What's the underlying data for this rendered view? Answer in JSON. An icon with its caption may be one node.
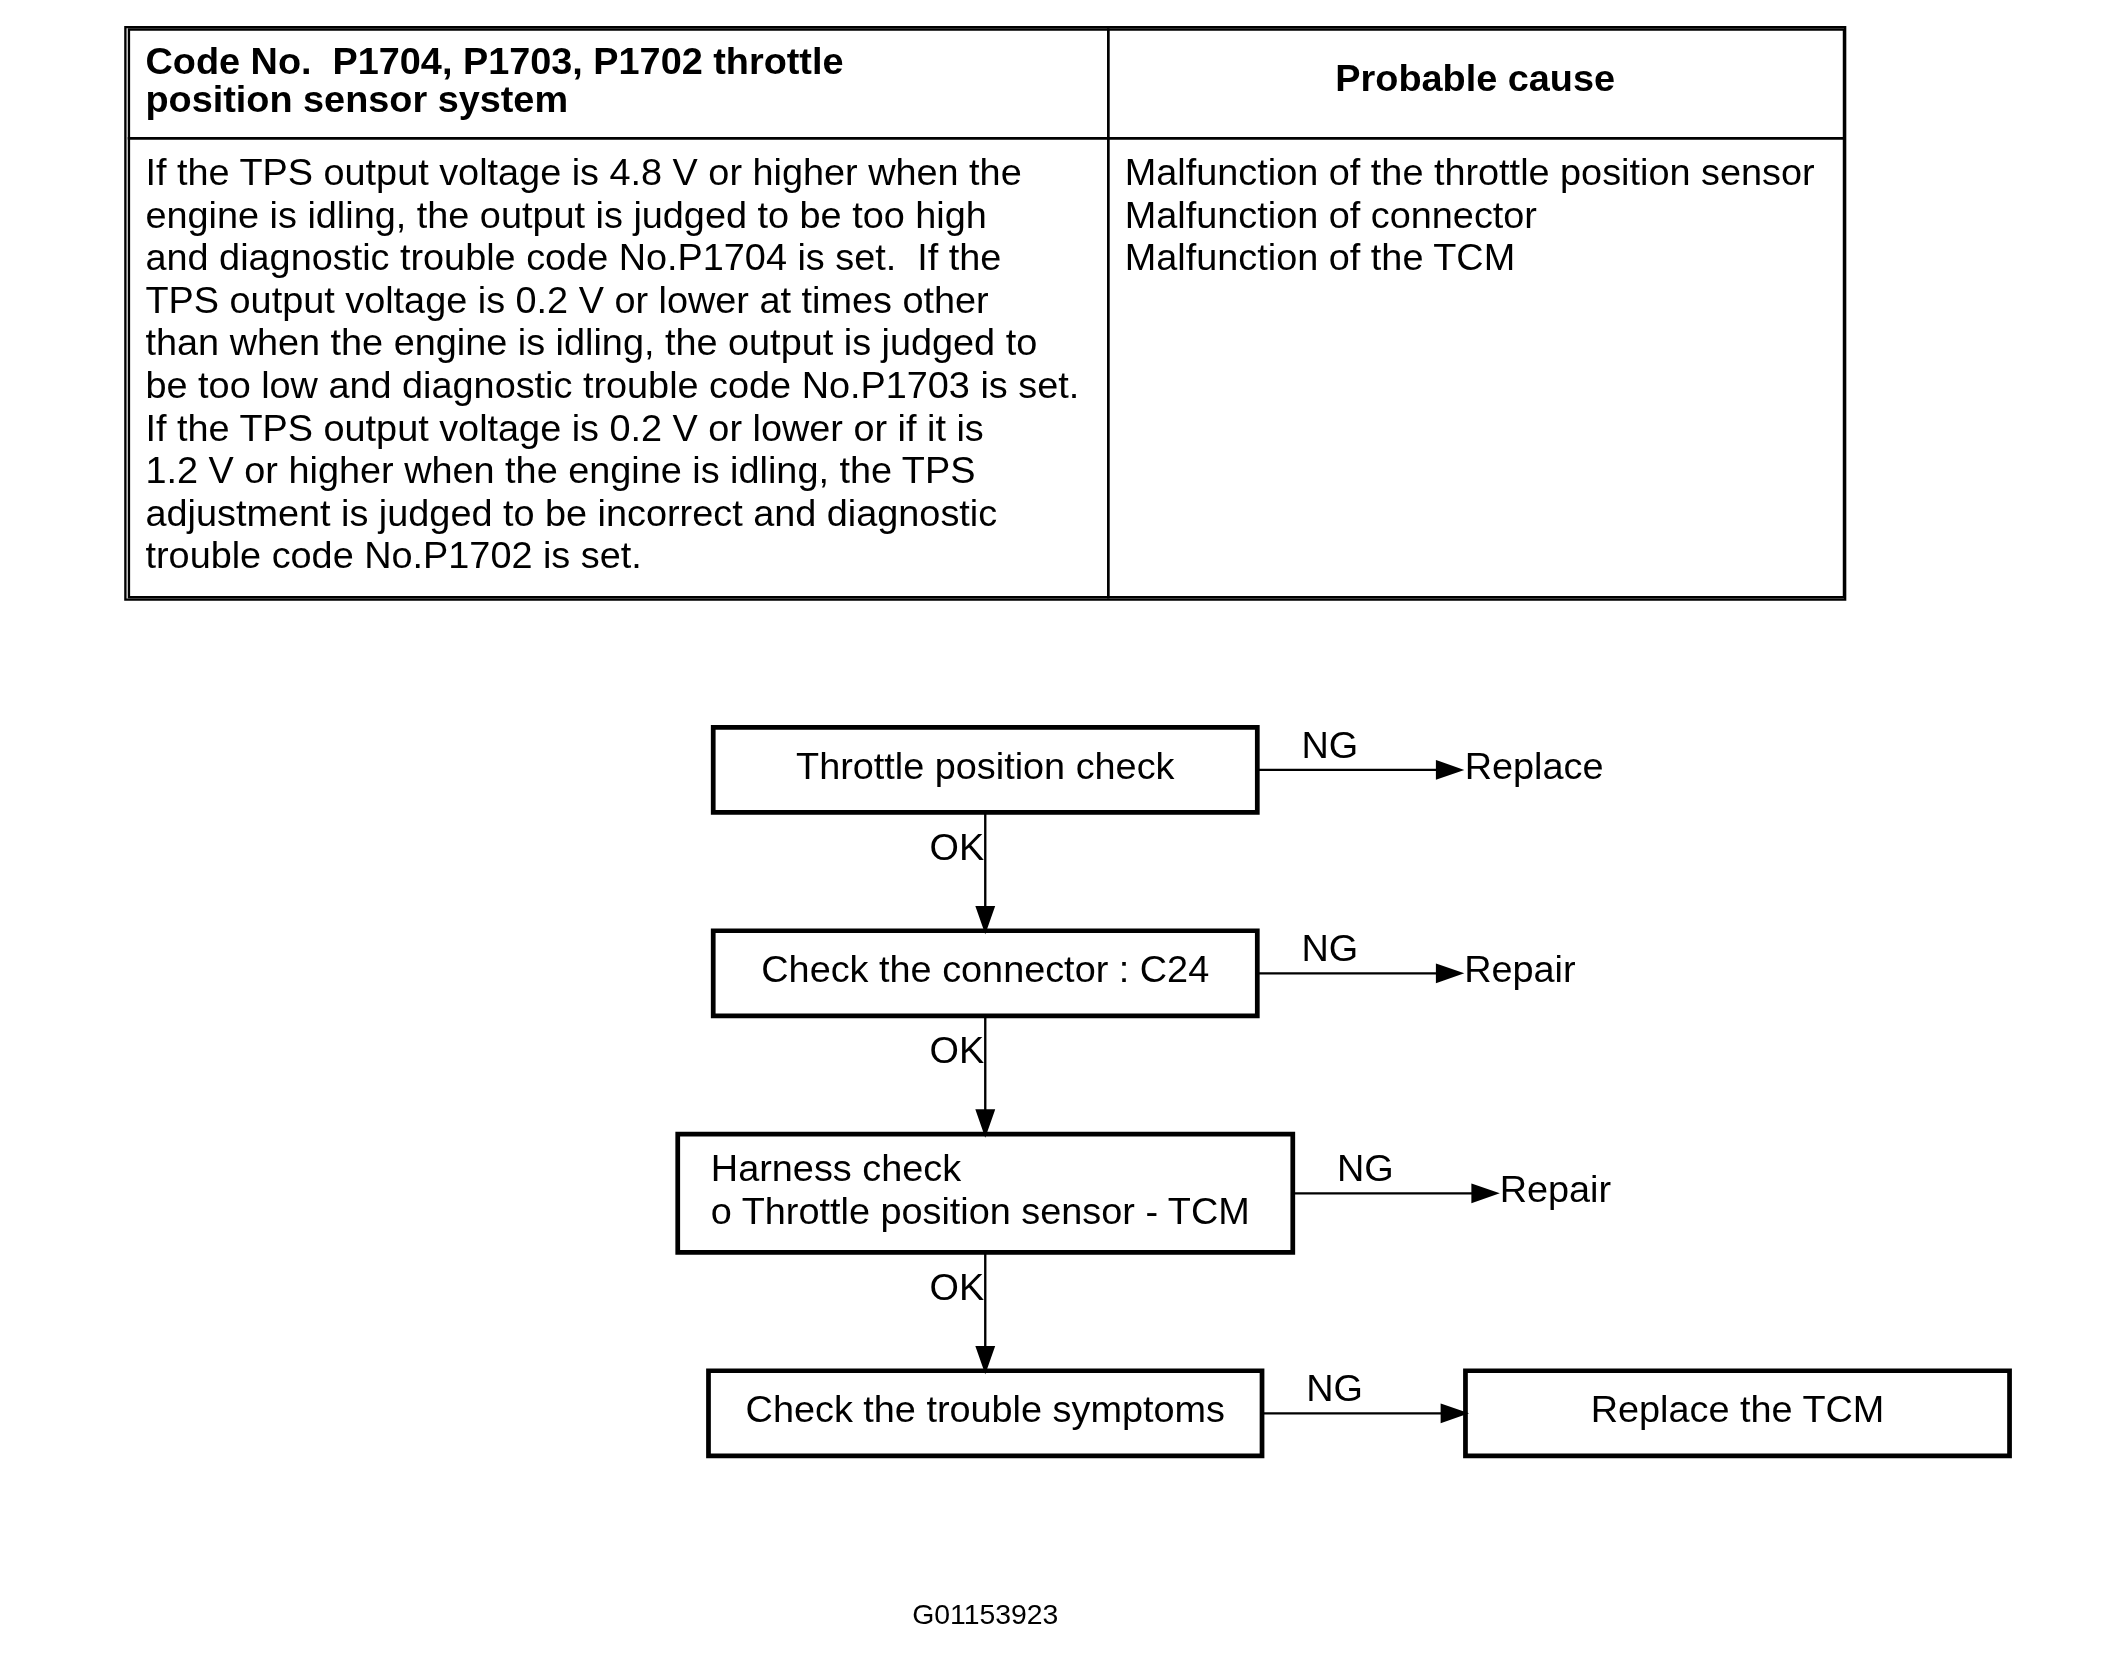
{
  "diagram": {
    "nodes": [
      {
        "text": [
          "Throttle position check"
        ]
      },
      {
        "text": [
          "Replace"
        ]
      },
      {
        "text": [
          "Check the connector : C24"
        ]
      },
      {
        "text": [
          "Repair"
        ]
      },
      {
        "text": [
          "Harness check",
          "o Throttle position sensor - TCM"
        ]
      },
      {
        "text": [
          "Repair"
        ]
      },
      {
        "text": [
          "Check the trouble symptoms"
        ]
      },
      {
        "text": [
          "Replace the TCM"
        ]
      }
    ],
    "edges": [
      {
        "from": 0,
        "to": 1,
        "arrow": "to",
        "label": "NG"
      },
      {
        "from": 0,
        "to": 2,
        "arrow": "to",
        "label": "OK"
      },
      {
        "from": 2,
        "to": 3,
        "arrow": "to",
        "label": "NG"
      },
      {
        "from": 2,
        "to": 4,
        "arrow": "to",
        "label": "OK"
      },
      {
        "from": 4,
        "to": 5,
        "arrow": "to",
        "label": "NG"
      },
      {
        "from": 4,
        "to": 6,
        "arrow": "to",
        "label": "OK"
      },
      {
        "from": 6,
        "to": 7,
        "arrow": "to",
        "label": "NG"
      }
    ],
    "labels": [
      "Code No.  P1704, P1703, P1702 throttle position sensor system",
      "Probable cause",
      "If the TPS output voltage is 4.8 V or higher when the engine is idling, the output is judged to be too high and diagnostic trouble code No.P1704 is set.  If the TPS output voltage is 0.2 V or lower at times other than when the engine is idling, the output is judged to be too low and diagnostic trouble code No.P1703 is set.  If the TPS output voltage is 0.2 V or lower or if it is 1.2 V or higher when the engine is idling, the TPS adjustment is judged to be incorrect and diagnostic trouble code No.P1702 is set.",
      "Malfunction of the throttle position sensor",
      "Malfunction of connector",
      "Malfunction of the TCM",
      "G01153923"
    ]
  }
}
